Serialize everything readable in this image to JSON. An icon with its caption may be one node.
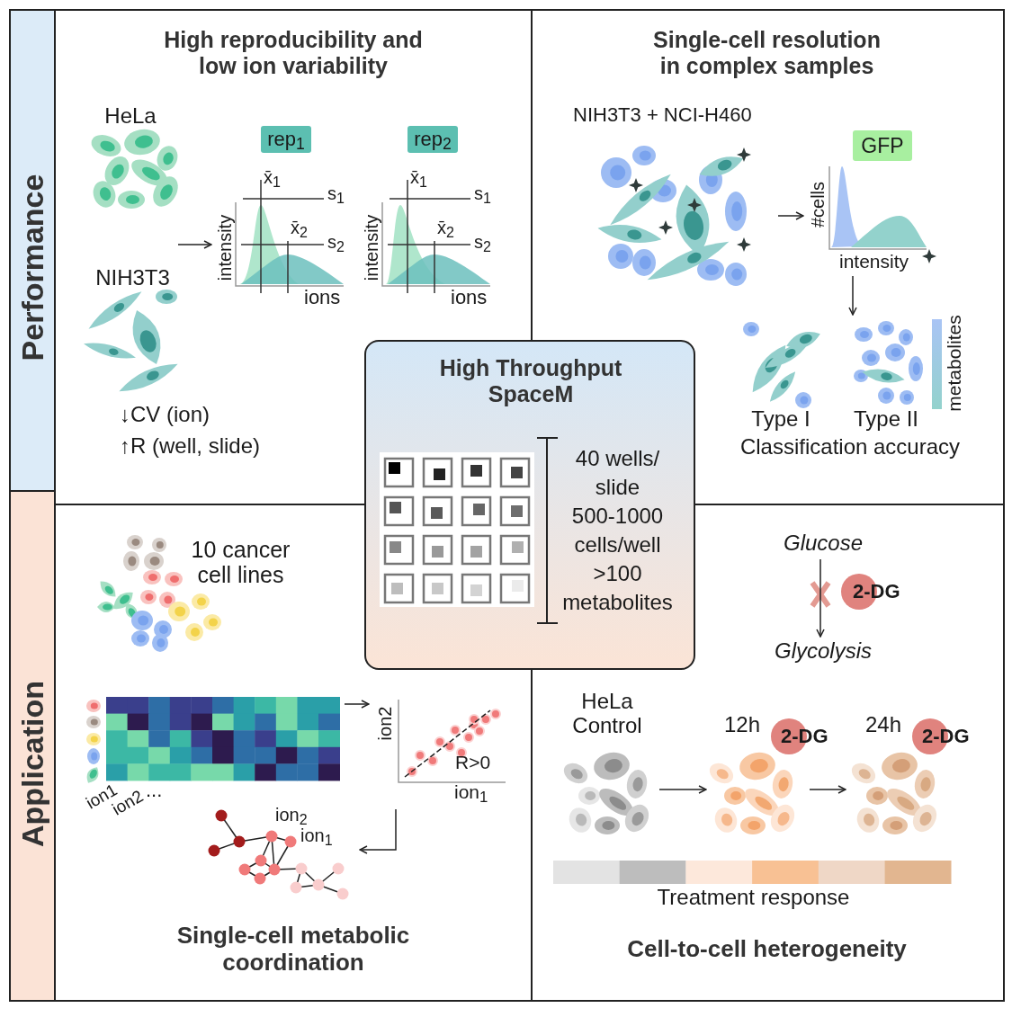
{
  "diagram": {
    "nodes": [
      {
        "text": [
          "Performance"
        ]
      },
      {
        "text": [
          "Application"
        ]
      },
      {
        "text": [
          "High reproducibility and low ion variability"
        ]
      },
      {
        "text": [
          "Single-cell resolution in complex samples"
        ]
      },
      {
        "text": [
          "Single-cell metabolic coordination"
        ]
      },
      {
        "text": [
          "Cell-to-cell heterogeneity"
        ]
      },
      {
        "text": [
          "High Throughput SpaceM",
          "40 wells/ slide 500-1000 cells/well >100 metabolites"
        ]
      },
      {
        "text": [
          "HeLa"
        ],
        "in": 2
      },
      {
        "text": [
          "NIH3T3"
        ],
        "in": 2
      },
      {
        "text": [
          "rep$_{1}$",
          "x̄$_{1}$",
          "s$_{1}$",
          "x̄$_{2}$",
          "s$_{2}$",
          "intensity",
          "ions"
        ],
        "in": 2
      },
      {
        "text": [
          "rep$_{2}$",
          "x̄$_{1}$",
          "s$_{1}$",
          "x̄$_{2}$",
          "s$_{2}$",
          "intensity",
          "ions"
        ],
        "in": 2
      },
      {
        "text": [
          "NIH3T3 + NCI-H460"
        ],
        "in": 3
      },
      {
        "text": [
          "GFP",
          "#cells",
          "intensity"
        ],
        "in": 3
      },
      {
        "text": [
          "Type I"
        ],
        "in": 3
      },
      {
        "text": [
          "Type II"
        ],
        "in": 3
      },
      {
        "text": [
          "10 cancer cell lines"
        ],
        "in": 4
      },
      {
        "text": [
          "ion1",
          "ion2",
          "..."
        ],
        "in": 4
      },
      {
        "text": [
          "ion2",
          "R>0",
          "ion$_{1}$"
        ],
        "in": 4
      },
      {
        "text": [
          "ion$_{2}$",
          "ion$_{1}$"
        ],
        "in": 4
      },
      {
        "text": [
          "Glucose"
        ],
        "in": 5
      },
      {
        "text": [
          "Glycolysis"
        ],
        "in": 5
      },
      {
        "text": [
          "2-DG"
        ],
        "in": 5
      },
      {
        "text": [
          "HeLa Control"
        ],
        "in": 5
      },
      {
        "text": [
          "12h"
        ],
        "in": 5
      },
      {
        "text": [
          "2-DG"
        ],
        "in": 5
      },
      {
        "text": [
          "24h"
        ],
        "in": 5
      },
      {
        "text": [
          "2-DG"
        ],
        "in": 5
      }
    ],
    "edges": [
      {
        "from": null,
        "to": 9,
        "arrow": "to"
      },
      {
        "from": 11,
        "to": 12,
        "arrow": "to"
      },
      {
        "from": 12,
        "to": 14,
        "arrow": "to"
      },
      {
        "from": 16,
        "to": 17,
        "arrow": "to"
      },
      {
        "from": 17,
        "to": 18,
        "arrow": "to"
      },
      {
        "from": 19,
        "to": 20,
        "arrow": "to"
      },
      {
        "from": 22,
        "to": 23,
        "arrow": "to"
      },
      {
        "from": 23,
        "to": 25,
        "arrow": "to"
      }
    ],
    "labels": [
      "↓CV (ion)",
      "↑R (well, slide)",
      "metabolites",
      "Classification accuracy",
      "Treatment response"
    ]
  }
}
